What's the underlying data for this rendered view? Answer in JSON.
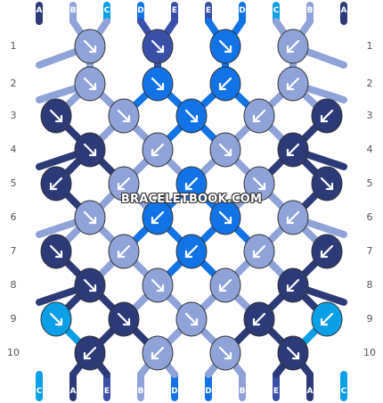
{
  "colors": {
    "A": "#2c3a78",
    "B": "#8fa3d8",
    "C": "#0a9fe6",
    "D": "#1273e6",
    "E": "#3a50a8"
  },
  "top_strands": [
    "A",
    "B",
    "C",
    "D",
    "E",
    "E",
    "D",
    "C",
    "B",
    "A"
  ],
  "bottom_strands": [
    "C",
    "A",
    "E",
    "B",
    "D",
    "D",
    "B",
    "E",
    "A",
    "C"
  ],
  "row_labels": [
    "1",
    "2",
    "3",
    "4",
    "5",
    "6",
    "7",
    "8",
    "9",
    "10"
  ],
  "knots": [
    [
      {
        "c": "B",
        "d": "br"
      },
      {
        "c": "E",
        "d": "br"
      },
      {
        "c": "D",
        "d": "br"
      },
      {
        "c": "B",
        "d": "bl"
      }
    ],
    [
      {
        "c": "B",
        "d": "br"
      },
      {
        "c": "D",
        "d": "br"
      },
      {
        "c": "D",
        "d": "bl"
      },
      {
        "c": "B",
        "d": "bl"
      }
    ],
    [
      {
        "c": "A",
        "d": "br"
      },
      {
        "c": "B",
        "d": "br"
      },
      {
        "c": "D",
        "d": "br"
      },
      {
        "c": "B",
        "d": "bl"
      },
      {
        "c": "A",
        "d": "bl"
      }
    ],
    [
      {
        "c": "A",
        "d": "br"
      },
      {
        "c": "B",
        "d": "bl"
      },
      {
        "c": "B",
        "d": "br"
      },
      {
        "c": "A",
        "d": "bl"
      }
    ],
    [
      {
        "c": "A",
        "d": "bl"
      },
      {
        "c": "B",
        "d": "bl"
      },
      {
        "c": "D",
        "d": "bl"
      },
      {
        "c": "B",
        "d": "br"
      },
      {
        "c": "A",
        "d": "br"
      }
    ],
    [
      {
        "c": "B",
        "d": "br"
      },
      {
        "c": "D",
        "d": "bl"
      },
      {
        "c": "D",
        "d": "br"
      },
      {
        "c": "B",
        "d": "bl"
      }
    ],
    [
      {
        "c": "A",
        "d": "br"
      },
      {
        "c": "B",
        "d": "bl"
      },
      {
        "c": "D",
        "d": "bl"
      },
      {
        "c": "B",
        "d": "bl"
      },
      {
        "c": "A",
        "d": "bl"
      }
    ],
    [
      {
        "c": "A",
        "d": "br"
      },
      {
        "c": "B",
        "d": "br"
      },
      {
        "c": "B",
        "d": "bl"
      },
      {
        "c": "A",
        "d": "bl"
      }
    ],
    [
      {
        "c": "C",
        "d": "br"
      },
      {
        "c": "A",
        "d": "br"
      },
      {
        "c": "B",
        "d": "br"
      },
      {
        "c": "A",
        "d": "bl"
      },
      {
        "c": "C",
        "d": "bl"
      }
    ],
    [
      {
        "c": "A",
        "d": "bl"
      },
      {
        "c": "B",
        "d": "bl"
      },
      {
        "c": "B",
        "d": "br"
      },
      {
        "c": "A",
        "d": "br"
      }
    ]
  ],
  "watermark": "BRACELETBOOK.COM"
}
